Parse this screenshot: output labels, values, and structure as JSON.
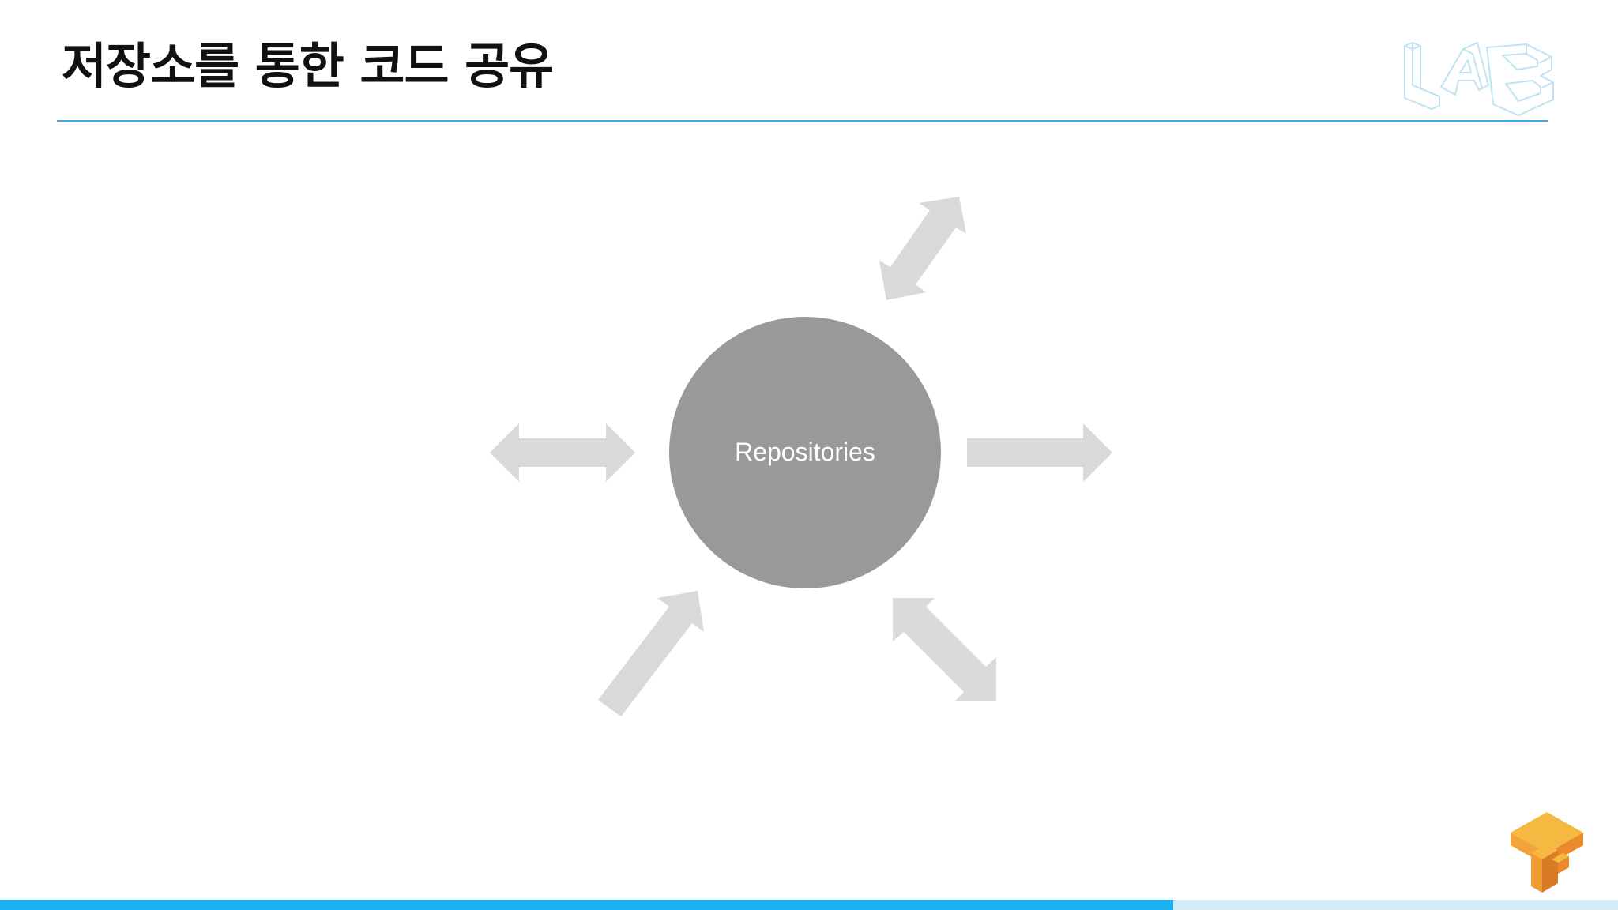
{
  "slide": {
    "title": "저장소를 통한 코드 공유"
  },
  "diagram": {
    "hub_label": "Repositories",
    "arrows": [
      {
        "direction": "up-right",
        "kind": "double-headed"
      },
      {
        "direction": "left",
        "kind": "double-headed"
      },
      {
        "direction": "right",
        "kind": "single-headed"
      },
      {
        "direction": "toward-hub-from-lower-left",
        "kind": "single-headed"
      },
      {
        "direction": "down-right",
        "kind": "double-headed"
      }
    ]
  },
  "footer": {
    "progress": 0.725
  },
  "icons": {
    "top_right_logo": "lab-logo-icon",
    "bottom_right_logo": "tensorflow-logo-icon"
  },
  "colors": {
    "hub": "#999999",
    "arrows": "#d9d9d9",
    "rule": "#3aa8e8",
    "progress": "#18b3f0",
    "progress_track": "#d4ecf8"
  }
}
